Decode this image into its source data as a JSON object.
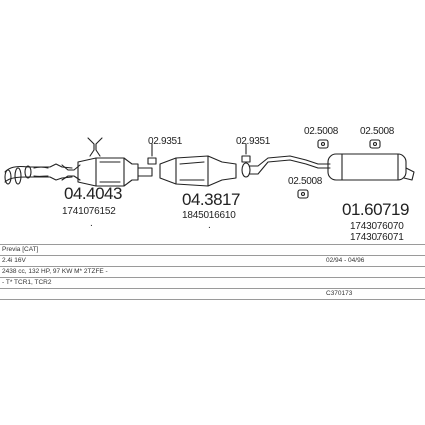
{
  "parts": {
    "ref_029351_a": "02.9351",
    "ref_029351_b": "02.9351",
    "ref_025008_a": "02.5008",
    "ref_025008_b": "02.5008",
    "ref_025008_c": "02.5008",
    "part_1": {
      "number": "04.4043",
      "oem": "1741076152",
      "marker": "."
    },
    "part_2": {
      "number": "04.3817",
      "oem": "1845016610",
      "marker": "."
    },
    "part_3": {
      "number": "01.60719",
      "oem_1": "1743076070",
      "oem_2": "1743076071",
      "marker": "."
    }
  },
  "vehicle": {
    "model": "Previa [CAT]",
    "engine": "2.4i 16V",
    "period": "02/94 - 04/96",
    "spec": "2438 cc, 132 HP, 97 KW M* 2TZFE -",
    "types": "- T* TCR1, TCR2",
    "code": "C370173"
  }
}
